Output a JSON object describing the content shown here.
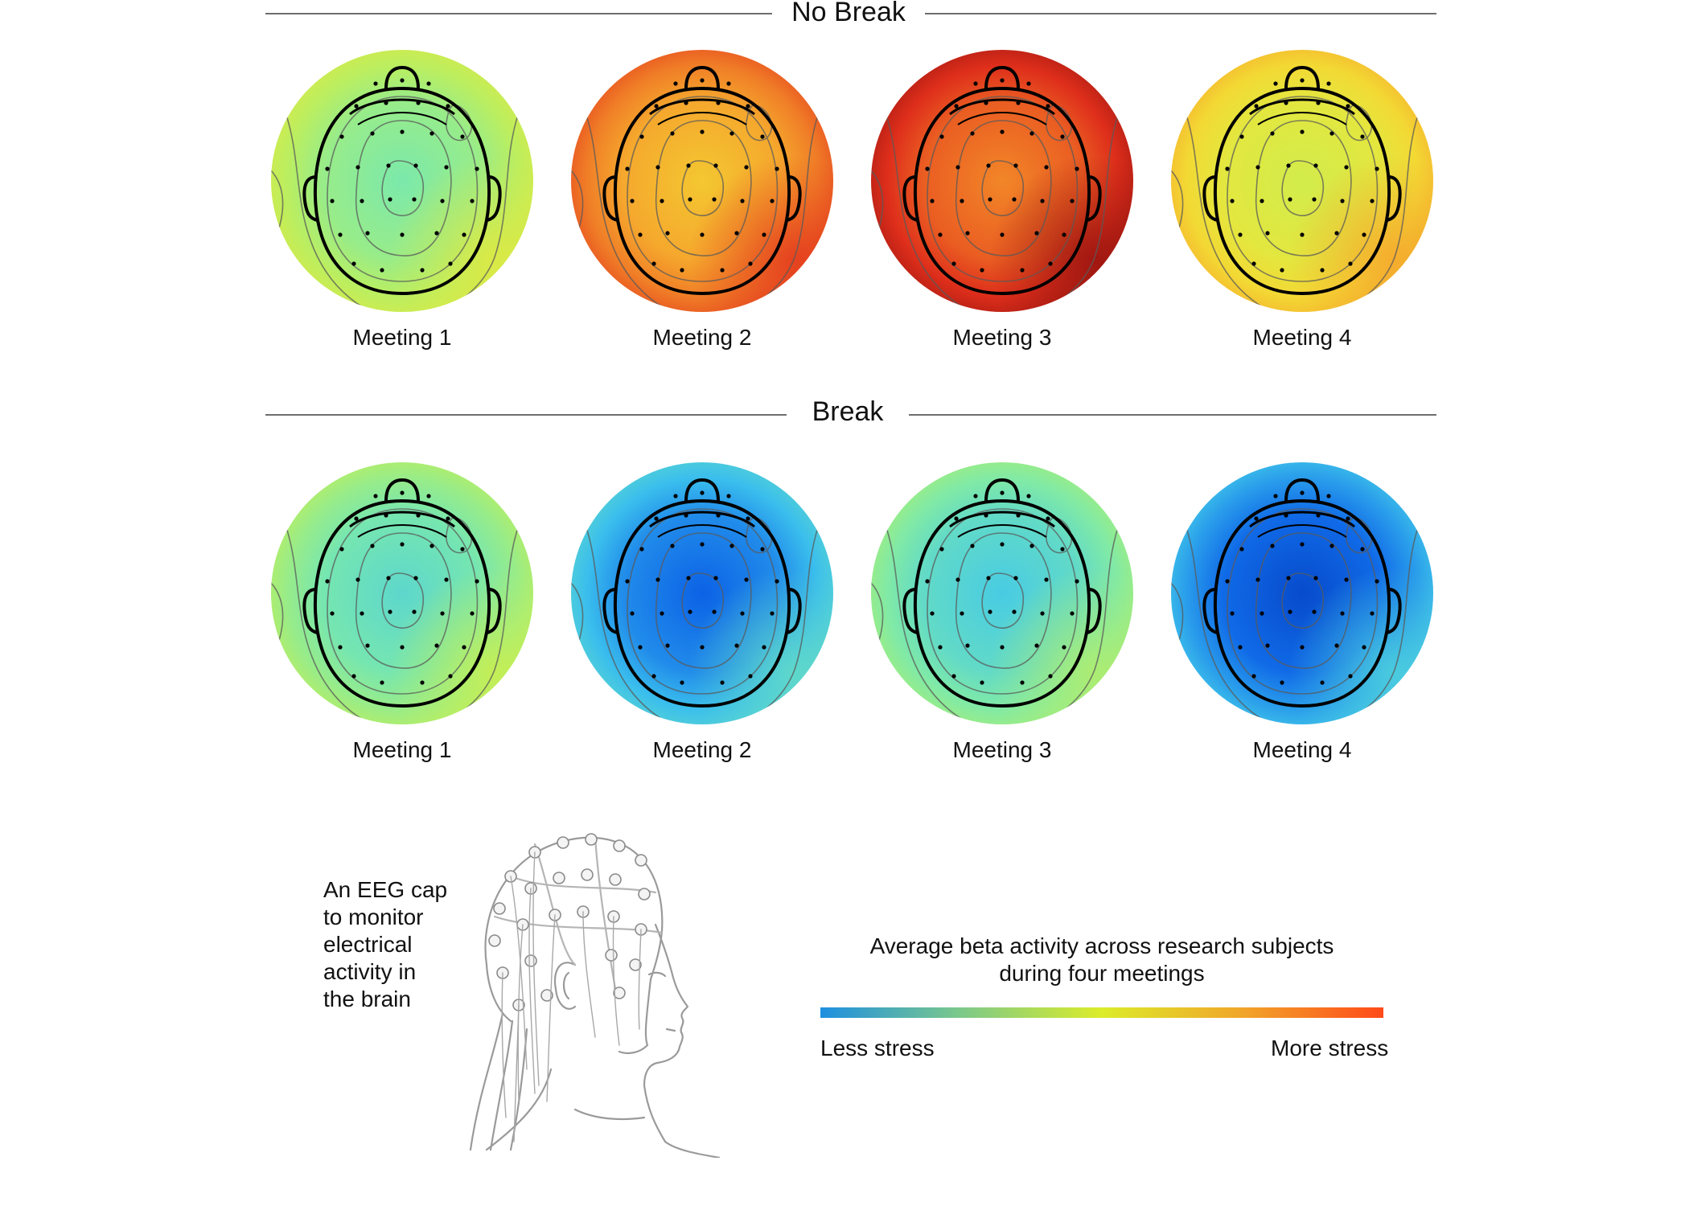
{
  "sections": [
    {
      "title": "No Break",
      "maps": [
        {
          "label": "Meeting 1",
          "level": 0.42
        },
        {
          "label": "Meeting 2",
          "level": 0.72
        },
        {
          "label": "Meeting 3",
          "level": 0.82
        },
        {
          "label": "Meeting 4",
          "level": 0.58
        }
      ]
    },
    {
      "title": "Break",
      "maps": [
        {
          "label": "Meeting 1",
          "level": 0.36
        },
        {
          "label": "Meeting 2",
          "level": 0.18
        },
        {
          "label": "Meeting 3",
          "level": 0.32
        },
        {
          "label": "Meeting 4",
          "level": 0.14
        }
      ]
    }
  ],
  "caption": [
    "An EEG cap",
    "to monitor",
    "electrical",
    "activity in",
    "the brain"
  ],
  "legend": {
    "title_line1": "Average beta activity across research subjects",
    "title_line2": "during four meetings",
    "low_label": "Less stress",
    "high_label": "More stress",
    "colors": [
      "#1e8fe0",
      "#7cc98a",
      "#dcec2a",
      "#f1a52a",
      "#ff4a1a"
    ]
  },
  "colors": {
    "colormap": [
      "#001a8a",
      "#0a5ee6",
      "#3ec6ee",
      "#7eeaa8",
      "#c7ef52",
      "#f3e235",
      "#f5962a",
      "#e2301c",
      "#7a0a0a"
    ]
  }
}
